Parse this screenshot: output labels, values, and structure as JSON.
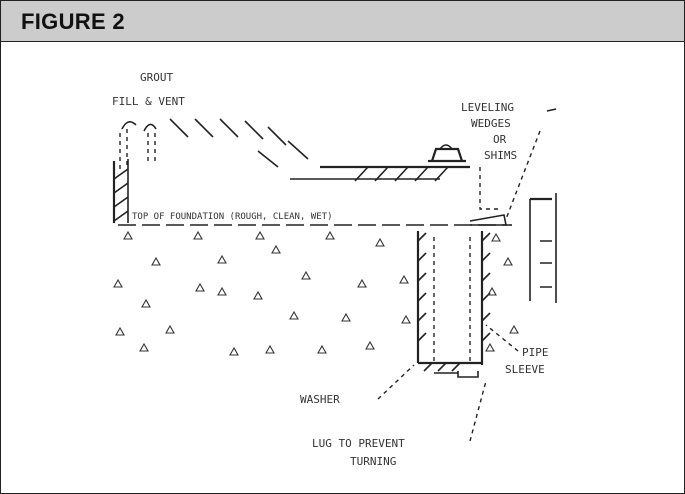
{
  "figure": {
    "title": "FIGURE 2"
  },
  "diagram": {
    "labels": {
      "grout_line1": "GROUT",
      "grout_line2": "FILL & VENT",
      "leveling_line1": "LEVELING",
      "leveling_line2": "WEDGES",
      "leveling_line3": "OR",
      "leveling_line4": "SHIMS",
      "foundation": "TOP OF FOUNDATION (ROUGH, CLEAN, WET)",
      "pipe_line1": "PIPE",
      "pipe_line2": "SLEEVE",
      "washer": "WASHER",
      "lug_line1": "LUG TO PREVENT",
      "lug_line2": "TURNING"
    }
  }
}
